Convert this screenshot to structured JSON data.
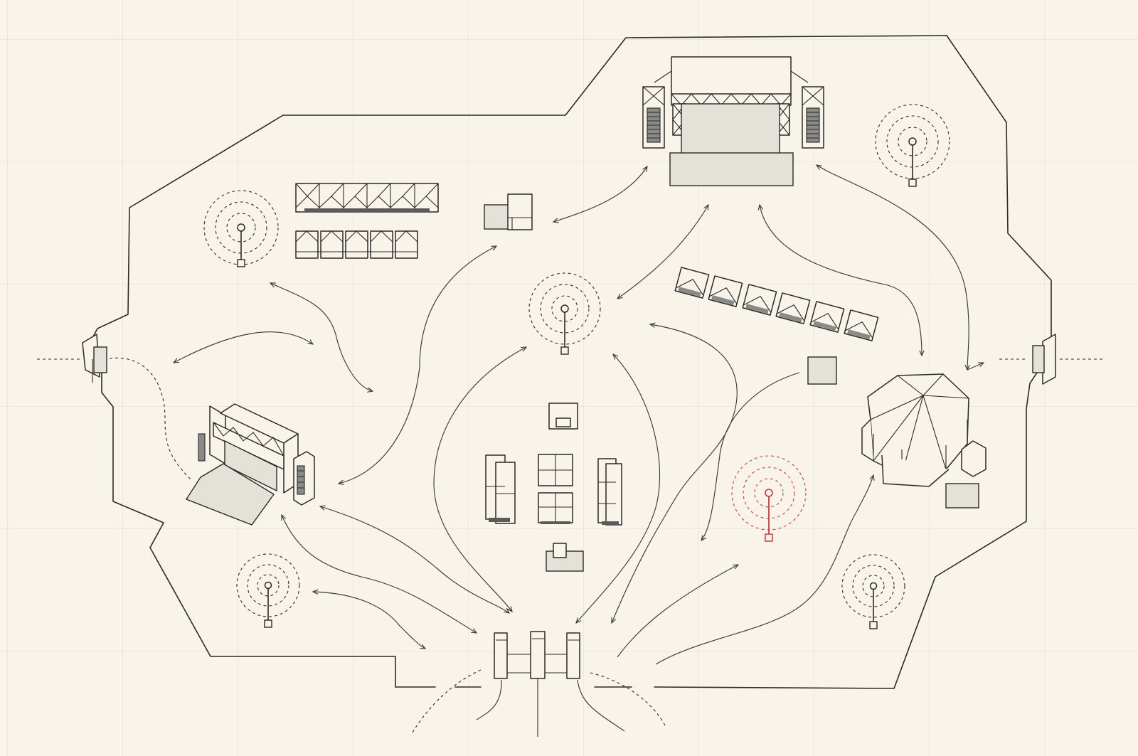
{
  "colors": {
    "background": "#f8f4ea",
    "grid": "#e2ddd1",
    "line": "#2a2a2a",
    "structure_fill": "#e4e1d8",
    "highlight": "#d33a3a"
  },
  "icons": {
    "antenna": "radio-antenna-icon",
    "stage": "stage-icon",
    "tent": "tent-icon",
    "gate": "gate-icon"
  },
  "towers": [
    {
      "id": "tower-1",
      "highlighted": false
    },
    {
      "id": "tower-2",
      "highlighted": false
    },
    {
      "id": "tower-3",
      "highlighted": false
    },
    {
      "id": "tower-4",
      "highlighted": true
    },
    {
      "id": "tower-5",
      "highlighted": false
    },
    {
      "id": "tower-6",
      "highlighted": false
    }
  ],
  "booth_rows": [
    {
      "id": "booth-row-top",
      "count": 6
    },
    {
      "id": "booth-row-second",
      "count": 5
    },
    {
      "id": "booth-row-diagonal",
      "count": 6
    }
  ]
}
